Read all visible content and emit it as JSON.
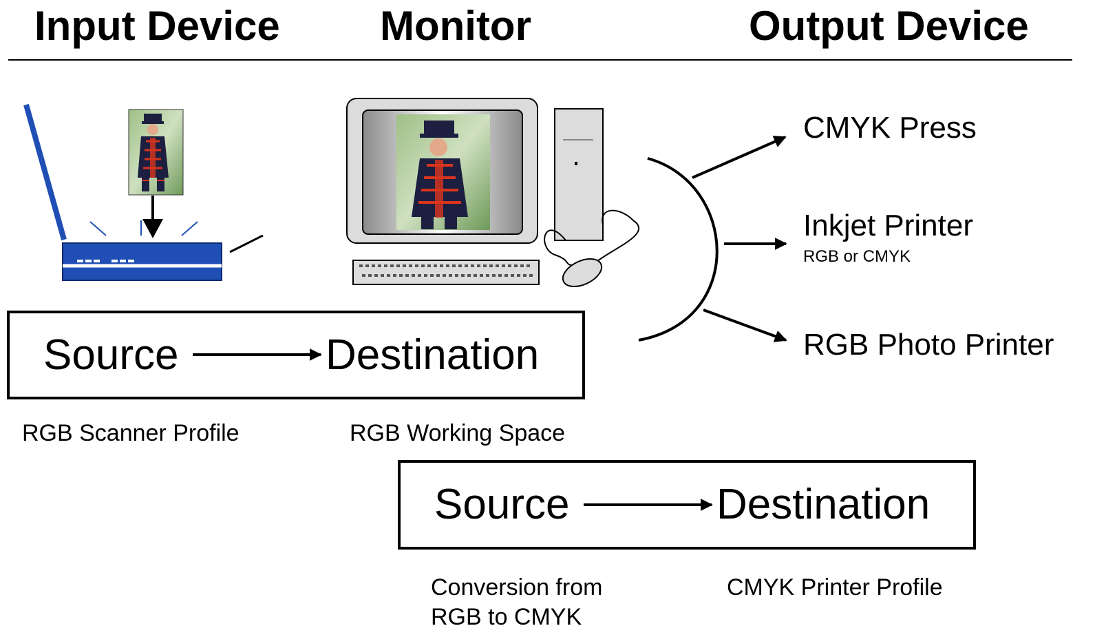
{
  "headers": {
    "input": "Input Device",
    "monitor": "Monitor",
    "output": "Output Device"
  },
  "box1": {
    "source": "Source",
    "destination": "Destination"
  },
  "box2": {
    "source": "Source",
    "destination": "Destination"
  },
  "labels": {
    "scanner_profile": "RGB Scanner Profile",
    "working_space": "RGB Working Space",
    "conversion_line1": "Conversion from",
    "conversion_line2": "RGB to CMYK",
    "printer_profile": "CMYK Printer Profile"
  },
  "outputs": {
    "press": "CMYK Press",
    "inkjet": "Inkjet Printer",
    "inkjet_sub": "RGB or CMYK",
    "photo": "RGB Photo Printer"
  },
  "colors": {
    "scanner_blue": "#1f4fb5",
    "photo_red": "#d8341e",
    "photo_navy": "#1c1f3f"
  }
}
